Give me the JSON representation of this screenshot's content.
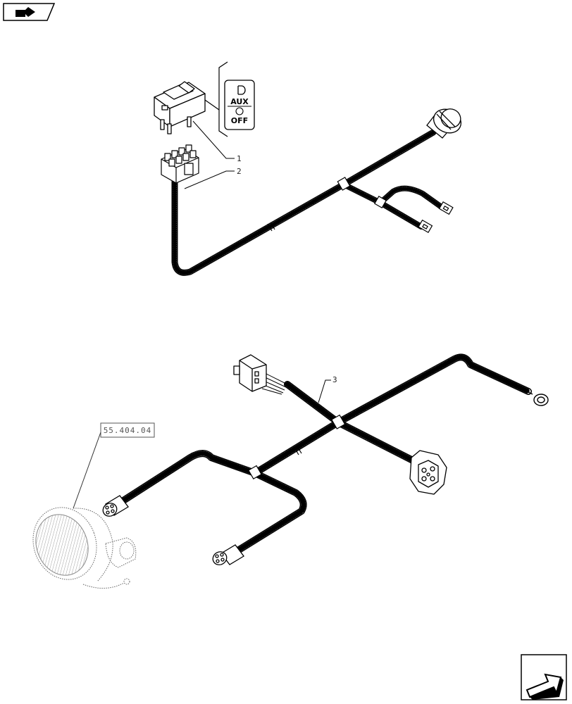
{
  "navigation": {
    "back_icon": "back-arrow-icon",
    "next_icon": "next-page-arrow-icon"
  },
  "switch_symbol": {
    "top_label": "AUX",
    "bottom_label": "OFF"
  },
  "callouts": {
    "item1": "1",
    "item2": "2",
    "item3": "3"
  },
  "reference_box": "55.404.04",
  "colors": {
    "line": "#000000",
    "ghost_part": "#666666"
  }
}
